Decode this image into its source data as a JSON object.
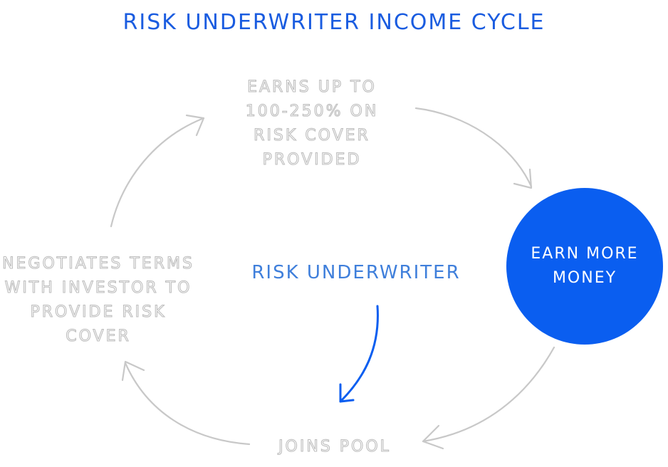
{
  "title": "RISK UNDERWRITER INCOME CYCLE",
  "center_label": "RISK UNDERWRITER",
  "highlight_node": {
    "label": "EARN MORE MONEY",
    "color": "#0a5ef0"
  },
  "nodes": {
    "earns": "EARNS UP TO 100-250% ON RISK COVER PROVIDED",
    "joins": "JOINS POOL",
    "negotiates": "NEGOTIATES TERMS WITH INVESTOR TO PROVIDE RISK COVER"
  },
  "colors": {
    "accent": "#1a5ce0",
    "arrow_gray": "#c8c8c8",
    "arrow_blue": "#0a5ef0"
  }
}
